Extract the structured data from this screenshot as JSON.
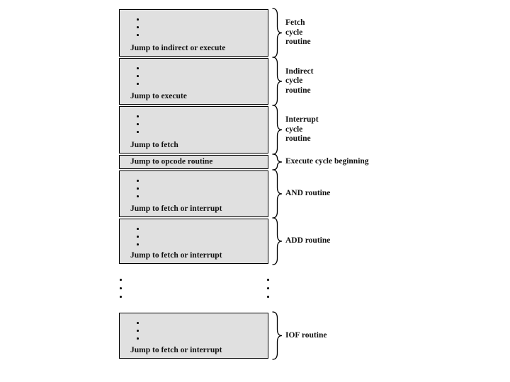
{
  "diagram": {
    "description": "Microprogram memory organization diagram",
    "blocks": [
      {
        "jump": "Jump to indirect or execute",
        "label": "Fetch\ncycle\nroutine",
        "has_dots": true
      },
      {
        "jump": "Jump to execute",
        "label": "Indirect\ncycle\nroutine",
        "has_dots": true
      },
      {
        "jump": "Jump to fetch",
        "label": "Interrupt\ncycle\nroutine",
        "has_dots": true
      },
      {
        "jump": "Jump to opcode routine",
        "label": "Execute cycle beginning",
        "has_dots": false
      },
      {
        "jump": "Jump to fetch or interrupt",
        "label": "AND routine",
        "has_dots": true
      },
      {
        "jump": "Jump to fetch or interrupt",
        "label": "ADD routine",
        "has_dots": true
      },
      {
        "jump": "Jump to fetch or interrupt",
        "label": "IOF routine",
        "has_dots": true
      }
    ],
    "colors": {
      "background": "#ffffff",
      "block_fill": "#e0e0e0",
      "border": "#000000",
      "text": "#111111"
    }
  }
}
